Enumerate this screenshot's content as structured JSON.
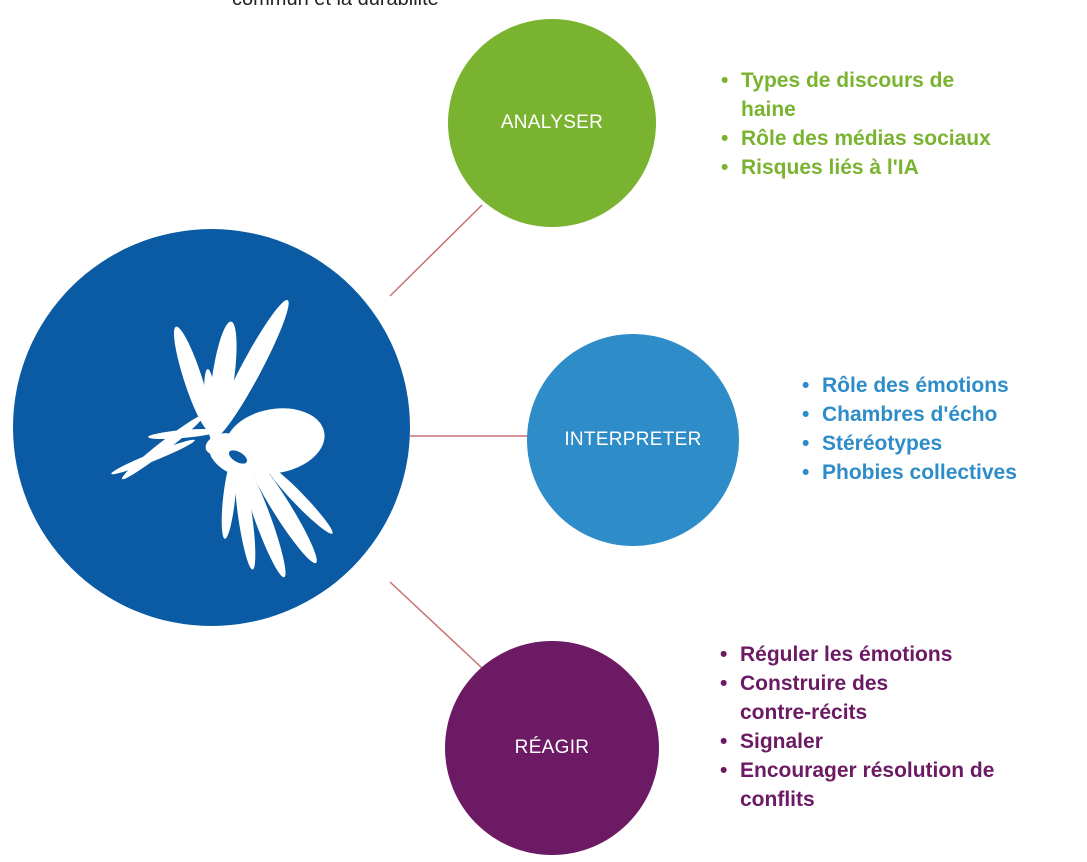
{
  "header": {
    "clipped_text": "commun et la durabilité"
  },
  "colors": {
    "central": "#0a5ba3",
    "analyser": "#7ab32f",
    "interpreter": "#2e8dc8",
    "reagir": "#6b1a63",
    "connector": "#c87070"
  },
  "diagram": {
    "central_logo": "abstract-white-petals-logo",
    "nodes": [
      {
        "label": "ANALYSER",
        "items": [
          "Types de discours de\nhaine",
          "Rôle des médias sociaux",
          "Risques liés à l'IA"
        ]
      },
      {
        "label": "INTERPRETER",
        "items": [
          "Rôle des émotions",
          "Chambres d'écho",
          "Stéréotypes",
          "Phobies collectives"
        ]
      },
      {
        "label": "RÉAGIR",
        "items": [
          "Réguler les émotions",
          "Construire des\ncontre-récits",
          "Signaler",
          "Encourager résolution de\nconflits"
        ]
      }
    ]
  }
}
